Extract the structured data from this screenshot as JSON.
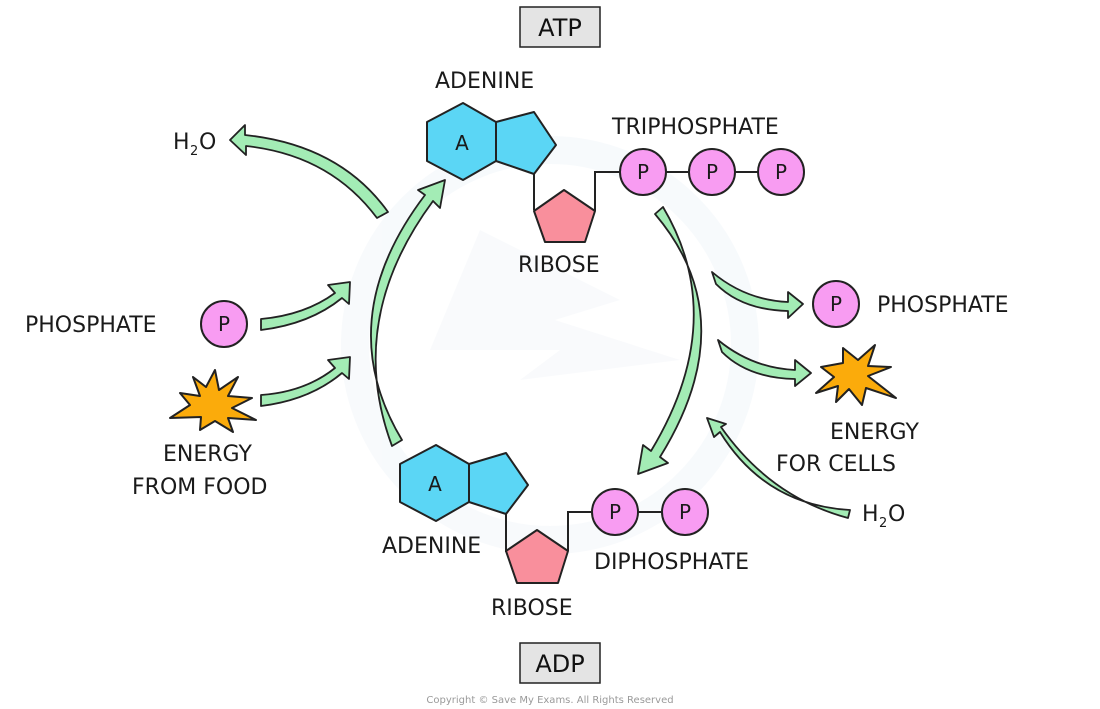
{
  "title_top": "ATP",
  "title_bottom": "ADP",
  "colors": {
    "adenine": "#5bd6f5",
    "ribose": "#f98f9c",
    "phosphate": "#f89cf2",
    "arrow": "#a3ecb5",
    "energy": "#fbab0b",
    "label_box": "#e4e4e4"
  },
  "atp": {
    "adenine_label": "ADENINE",
    "adenine_symbol": "A",
    "ribose_label": "RIBOSE",
    "phosphate_group_label": "TRIPHOSPHATE",
    "phosphates": [
      "P",
      "P",
      "P"
    ]
  },
  "adp": {
    "adenine_label": "ADENINE",
    "adenine_symbol": "A",
    "ribose_label": "RIBOSE",
    "phosphate_group_label": "DIPHOSPHATE",
    "phosphates": [
      "P",
      "P"
    ]
  },
  "synthesis_side": {
    "water_out": {
      "base": "H",
      "sub": "2",
      "tail": "O"
    },
    "phosphate_in": {
      "label": "PHOSPHATE",
      "symbol": "P"
    },
    "energy_in": {
      "line1": "ENERGY",
      "line2": "FROM  FOOD"
    }
  },
  "hydrolysis_side": {
    "phosphate_out": {
      "label": "PHOSPHATE",
      "symbol": "P"
    },
    "energy_out": {
      "line1": "ENERGY",
      "line2": "FOR  CELLS"
    },
    "water_in": {
      "base": "H",
      "sub": "2",
      "tail": "O"
    }
  },
  "copyright": "Copyright © Save My Exams. All Rights Reserved"
}
